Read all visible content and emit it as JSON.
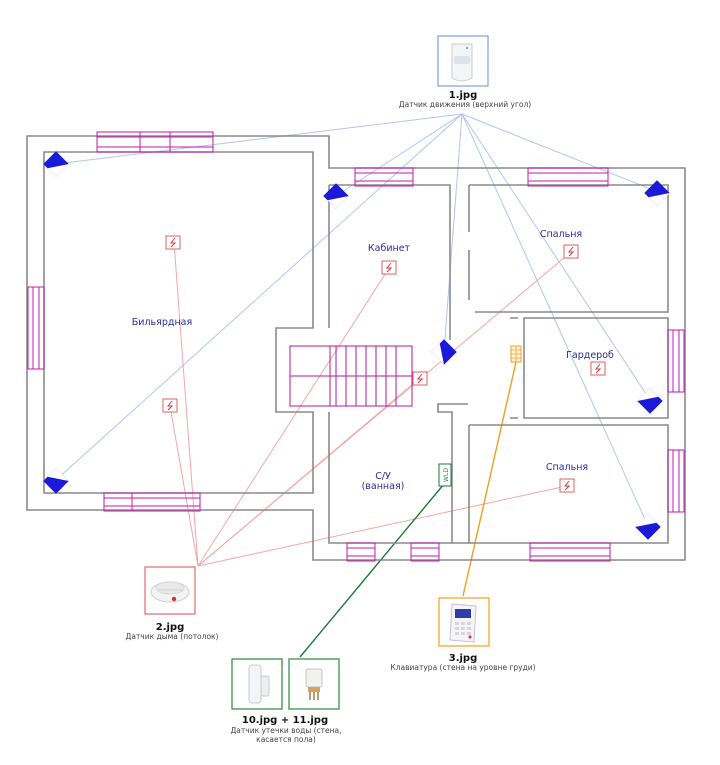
{
  "rooms": [
    {
      "id": "billiard",
      "label": "Бильярдная"
    },
    {
      "id": "cabinet",
      "label": "Кабинет"
    },
    {
      "id": "bedroom1",
      "label": "Спальня"
    },
    {
      "id": "wardrobe",
      "label": "Гардероб"
    },
    {
      "id": "bedroom2",
      "label": "Спальня"
    },
    {
      "id": "bathroom",
      "label": "С/У",
      "sub": "(ванная)"
    }
  ],
  "devices": {
    "motion": {
      "file": "1.jpg",
      "caption": "Датчик движения (верхний угол)",
      "line_color": "#b3c4ee"
    },
    "smoke": {
      "file": "2.jpg",
      "caption": "Датчик дыма (потолок)",
      "line_color": "#f2a7a7"
    },
    "keypad": {
      "file": "3.jpg",
      "caption": "Клавиатура (стена на уровне груди)",
      "line_color": "#f0a020"
    },
    "leak": {
      "file": "10.jpg + 11.jpg",
      "caption_line1": "Датчик утечки воды (стена,",
      "caption_line2": "касается пола)",
      "line_color": "#1a7a3a",
      "sensor_label": "WLD"
    }
  },
  "colors": {
    "motion_frame": "#7f9de6",
    "smoke_frame": "#e06a6a",
    "keypad_frame": "#f0a020",
    "leak_frame": "#2a8a3a",
    "motion_icon": "#1a1ad8",
    "window": "#c21ab0",
    "wall": "#8a8a8a"
  },
  "icons": [
    "motion-detector-icon",
    "smoke-detector-icon",
    "keypad-icon",
    "water-leak-sensor-icon"
  ]
}
